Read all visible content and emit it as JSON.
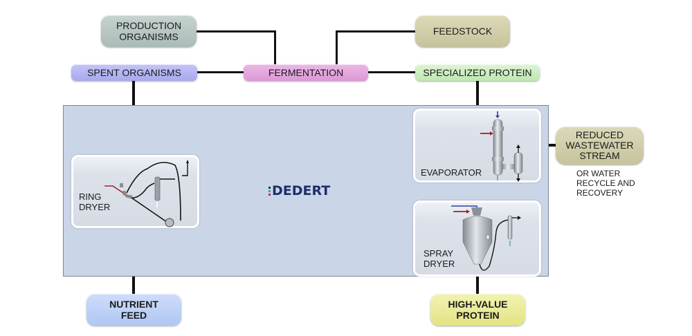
{
  "diagram": {
    "inputs": {
      "production_organisms": "PRODUCTION\nORGANISMS",
      "feedstock": "FEEDSTOCK"
    },
    "core": {
      "fermentation": "FERMENTATION",
      "spent_organisms": "SPENT ORGANISMS",
      "specialized_protein": "SPECIALIZED PROTEIN"
    },
    "equipment": {
      "ring_dryer": "RING\nDRYER",
      "evaporator": "EVAPORATOR",
      "spray_dryer": "SPRAY\nDRYER"
    },
    "outputs": {
      "nutrient_feed": "NUTRIENT\nFEED",
      "high_value_protein": "HIGH-VALUE\nPROTEIN",
      "reduced_wastewater": "REDUCED\nWASTEWATER\nSTREAM",
      "wastewater_note": "OR WATER\nRECYCLE AND\nRECOVERY"
    },
    "logo": {
      "text": "DEDERT",
      "icon": "dedert-logo-mark"
    },
    "colors": {
      "production_organisms": "#b4c3c0",
      "feedstock": "#cfcba6",
      "fermentation": "#e2a5dc",
      "spent_organisms": "#b3b3f3",
      "specialized_protein": "#cdeec2",
      "nutrient_feed": "#b9cff7",
      "high_value_protein": "#ecec98",
      "reduced_wastewater": "#cfcda6",
      "panel": "#cbd5e8",
      "logo": "#1c2f6b"
    }
  }
}
